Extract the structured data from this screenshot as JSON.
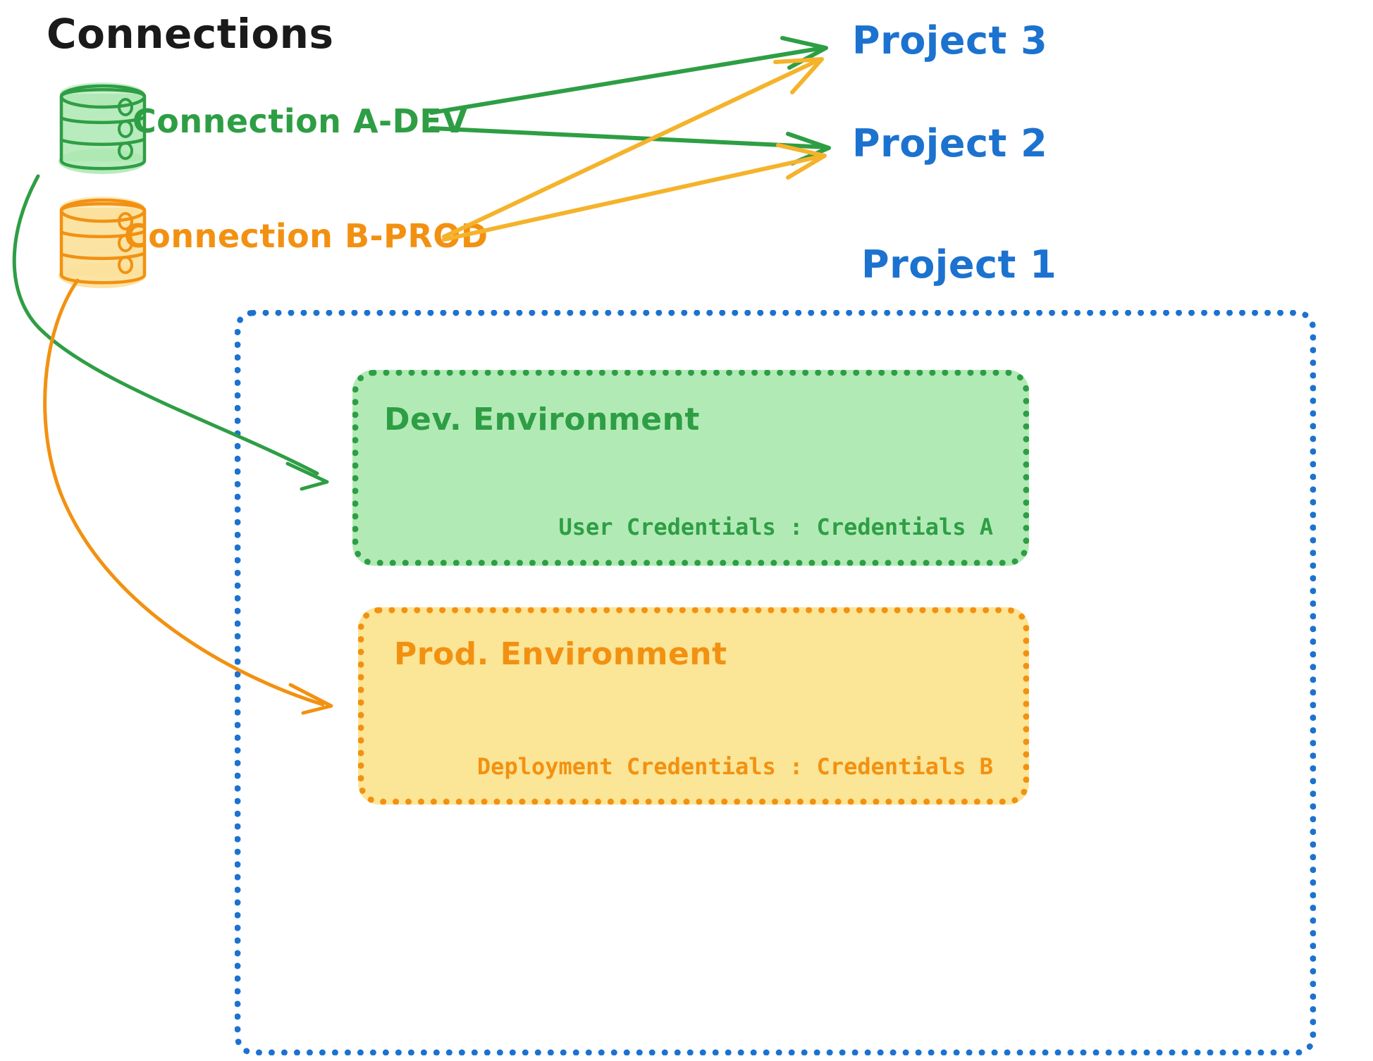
{
  "title": "Connections",
  "connections": [
    {
      "id": "a-dev",
      "label": "Connection A-DEV",
      "color": "#2e9e44",
      "icon": "database-icon"
    },
    {
      "id": "b-prod",
      "label": "Connection B-PROD",
      "color": "#f29111",
      "icon": "database-icon"
    }
  ],
  "projects": [
    {
      "id": "project3",
      "label": "Project 3",
      "color": "#1c72cf"
    },
    {
      "id": "project2",
      "label": "Project 2",
      "color": "#1c72cf"
    },
    {
      "id": "project1",
      "label": "Project 1",
      "color": "#1c72cf"
    }
  ],
  "environments": [
    {
      "id": "dev",
      "title": "Dev. Environment",
      "credentials": "User Credentials : Credentials A",
      "color": "#2e9e44",
      "fill": "#b2eab6"
    },
    {
      "id": "prod",
      "title": "Prod. Environment",
      "credentials": "Deployment Credentials : Credentials B",
      "color": "#f29111",
      "fill": "#fbe596"
    }
  ],
  "colors": {
    "green": "#2e9e44",
    "green_fill": "#b2eab6",
    "orange": "#f29111",
    "orange_fill": "#fbe596",
    "blue": "#1c72cf",
    "title_black": "#1a1a1a",
    "background": "#ffffff"
  },
  "edges": [
    {
      "id": "a-dev-to-project3",
      "from": "Connection A-DEV",
      "to": "Project 3",
      "color": "#2e9e44"
    },
    {
      "id": "a-dev-to-project2",
      "from": "Connection A-DEV",
      "to": "Project 2",
      "color": "#2e9e44"
    },
    {
      "id": "a-dev-to-dev-env",
      "from": "Connection A-DEV",
      "to": "Dev. Environment",
      "color": "#2e9e44"
    },
    {
      "id": "b-prod-to-project3",
      "from": "Connection B-PROD",
      "to": "Project 3",
      "color": "#f29111"
    },
    {
      "id": "b-prod-to-project2",
      "from": "Connection B-PROD",
      "to": "Project 2",
      "color": "#f29111"
    },
    {
      "id": "b-prod-to-prod-env",
      "from": "Connection B-PROD",
      "to": "Prod. Environment",
      "color": "#f29111"
    }
  ]
}
